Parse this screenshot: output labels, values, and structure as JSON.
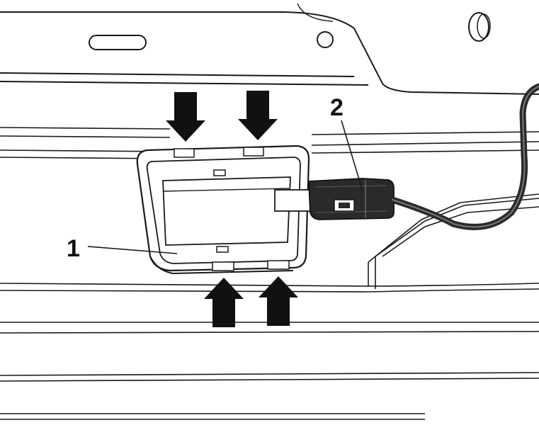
{
  "diagram": {
    "callouts": [
      {
        "id": "1",
        "label": "1",
        "target": "license-plate-lamp-housing"
      },
      {
        "id": "2",
        "label": "2",
        "target": "electrical-connector"
      }
    ],
    "arrows": {
      "count": 4,
      "direction_top": "down",
      "direction_bottom": "up"
    },
    "colors": {
      "line": "#1a1a1a",
      "arrow_fill": "#111111",
      "connector_fill": "#2a2a2a",
      "background": "#ffffff"
    }
  }
}
